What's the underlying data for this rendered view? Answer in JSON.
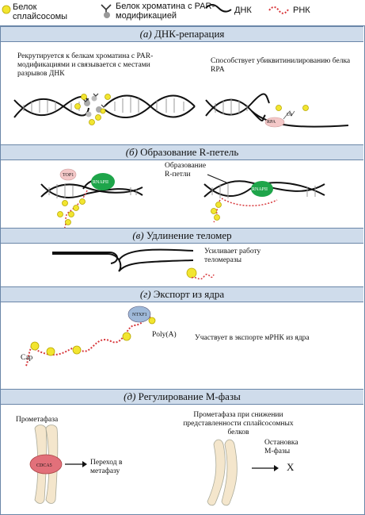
{
  "legend": {
    "spliceosome_protein": "Белок сплайсосомы",
    "chromatin_protein": "Белок хроматина с PAR-модификацией",
    "dna": "ДНК",
    "rna": "РНК"
  },
  "sections": {
    "a": {
      "letter": "(а)",
      "title": "ДНК-репарация",
      "left_text": "Рекрутируется к белкам хроматина с PAR-модификациями и связывается с местами разрывов ДНК",
      "right_text": "Способствует убиквитинилированию белка RPA",
      "rpa": "RPA",
      "ub": "Ub"
    },
    "b": {
      "letter": "(б)",
      "title": "Образование R-петель",
      "top1": "TOP1",
      "rnapii": "RNAPII",
      "rloop_label": "Образование R-петли"
    },
    "c": {
      "letter": "(в)",
      "title": "Удлинение теломер",
      "text": "Усиливает работу теломеразы"
    },
    "d": {
      "letter": "(г)",
      "title": "Экспорт из ядра",
      "ntxf1": "NTXF1",
      "polya": "Poly(A)",
      "cap": "Cap",
      "text": "Участвует в экспорте мРНК из ядра"
    },
    "e": {
      "letter": "(д)",
      "title": "Регулирование М-фазы",
      "prometaphase": "Прометафаза",
      "cdca5": "CDCA5",
      "transition": "Переход в метафазу",
      "prometaphase_low": "Прометафаза при снижении представленности сплайсосомных белков",
      "arrest": "Остановка М-фазы",
      "x": "X"
    }
  },
  "colors": {
    "header_bg": "#cfdceb",
    "yellow": "#f2e530",
    "green": "#1ea54a",
    "rna": "#d8383c",
    "pink": "#f4c8c8",
    "blue": "#9fb9d9"
  }
}
